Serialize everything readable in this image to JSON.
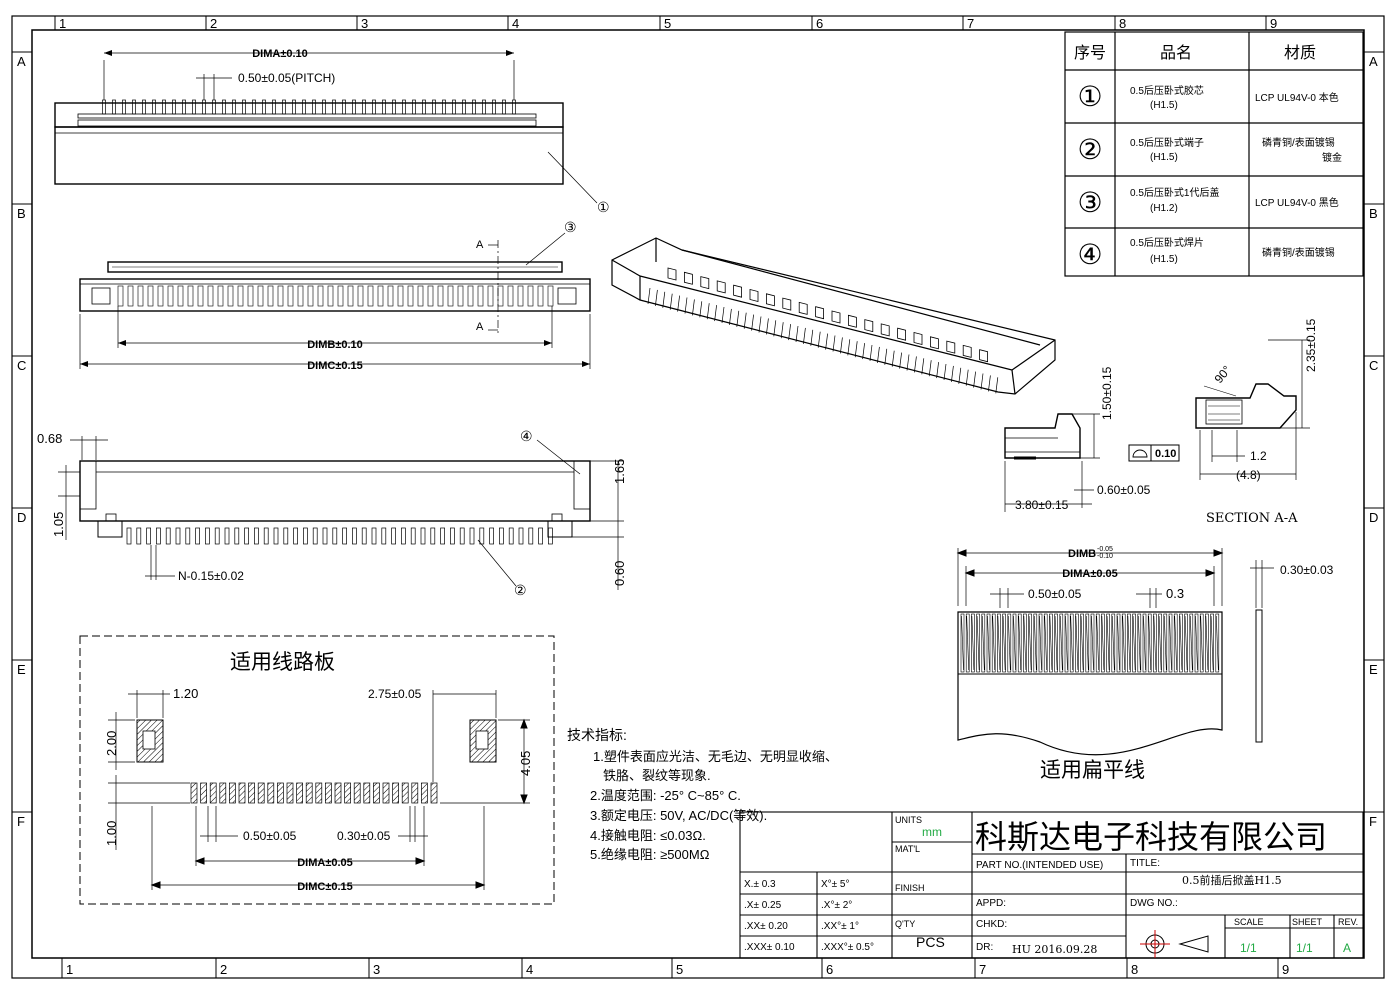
{
  "frame": {
    "col_labels_top": [
      "1",
      "2",
      "3",
      "4",
      "5",
      "6",
      "7",
      "8",
      "9"
    ],
    "col_labels_bottom": [
      "1",
      "2",
      "3",
      "4",
      "5",
      "6",
      "7",
      "8",
      "9"
    ],
    "row_labels": [
      "A",
      "B",
      "C",
      "D",
      "E",
      "F"
    ]
  },
  "bom": {
    "headers": [
      "序号",
      "品名",
      "材质"
    ],
    "rows": [
      {
        "no": "①",
        "name": "0.5后压卧式胶芯",
        "name2": "(H1.5)",
        "material": "LCP UL94V-0 本色",
        "material2": ""
      },
      {
        "no": "②",
        "name": "0.5后压卧式端子",
        "name2": "(H1.5)",
        "material": "磷青铜/表面镀锡",
        "material2": "镀金"
      },
      {
        "no": "③",
        "name": "0.5后压卧式1代后盖",
        "name2": "(H1.2)",
        "material": "LCP UL94V-0 黑色",
        "material2": ""
      },
      {
        "no": "④",
        "name": "0.5后压卧式焊片",
        "name2": "(H1.5)",
        "material": "磷青铜/表面镀锡",
        "material2": ""
      }
    ]
  },
  "top_view": {
    "dim_a": "DIMA±0.10",
    "pitch": "0.50±0.05(PITCH)",
    "callout": "①"
  },
  "front_view": {
    "section_mark": "A",
    "dim_b": "DIMB±0.10",
    "dim_c": "DIMC±0.15",
    "callout": "③"
  },
  "bottom_view": {
    "d068": "0.68",
    "d105": "1.05",
    "d165": "1.65",
    "d060": "0.60",
    "n_width": "N-0.15±0.02",
    "callout_terminal": "②",
    "callout_plate": "④"
  },
  "side_view": {
    "height": "1.50±0.15",
    "depth": "3.80±0.15",
    "foot": "0.60±0.05",
    "flatness_value": "0.10"
  },
  "section_view": {
    "angle": "90°",
    "height": "2.35±0.15",
    "d12": "1.2",
    "d48": "(4.8)",
    "caption": "SECTION A-A"
  },
  "fpc": {
    "dimb": "DIMB",
    "dimb_tol_upper": "-0.05",
    "dimb_tol_lower": "-0.10",
    "dima": "DIMA±0.05",
    "pitch": "0.50±0.05",
    "finger": "0.3",
    "thickness": "0.30±0.03",
    "caption": "适用扁平线"
  },
  "pcb": {
    "title": "适用线路板",
    "d120": "1.20",
    "d275": "2.75±0.05",
    "d200": "2.00",
    "d405": "4.05",
    "d100": "1.00",
    "d050": "0.50±0.05",
    "d030": "0.30±0.05",
    "dima": "DIMA±0.05",
    "dimc": "DIMC±0.15"
  },
  "notes": {
    "heading": "技术指标:",
    "lines": [
      "1.塑件表面应光洁、无毛边、无明显收缩、",
      "铁胳、裂纹等现象.",
      "2.温度范围: -25° C~85° C.",
      "3.额定电压: 50V, AC/DC(等效).",
      "4.接触电阻: ≤0.03Ω.",
      "5.绝缘电阻: ≥500MΩ"
    ]
  },
  "title_block": {
    "units_label": "UNITS",
    "units_value": "mm",
    "matl_label": "MAT'L",
    "finish_label": "FINISH",
    "qty_label": "Q'TY",
    "qty_value": "PCS",
    "tolerances": [
      [
        "X.± 0.3",
        "X°± 5°"
      ],
      [
        ".X± 0.25",
        ".X°± 2°"
      ],
      [
        ".XX± 0.20",
        ".XX°± 1°"
      ],
      [
        ".XXX± 0.10",
        ".XXX°± 0.5°"
      ]
    ],
    "company": "科斯达电子科技有限公司",
    "part_no_label": "PART NO.(INTENDED USE)",
    "title_label": "TITLE:",
    "title_value": "0.5前插后掀盖H1.5",
    "appd_label": "APPD:",
    "dwg_no_label": "DWG NO.:",
    "chkd_label": "CHKD:",
    "dr_label": "DR:",
    "dr_value": "HU 2016.09.28",
    "scale_label": "SCALE",
    "scale_value": "1/1",
    "sheet_label": "SHEET",
    "sheet_value": "1/1",
    "rev_label": "REV.",
    "rev_value": "A",
    "accent_green": "#22aa44"
  }
}
